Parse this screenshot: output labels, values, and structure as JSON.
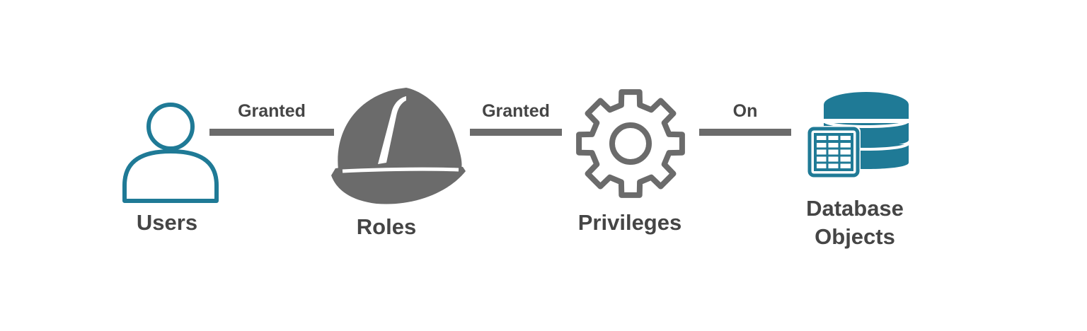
{
  "nodes": {
    "users": {
      "label": "Users",
      "icon": "user-icon",
      "color": "#1f7a96"
    },
    "roles": {
      "label": "Roles",
      "icon": "hard-hat-icon",
      "color": "#6b6b6b"
    },
    "privileges": {
      "label": "Privileges",
      "icon": "gear-icon",
      "color": "#6b6b6b"
    },
    "objects": {
      "label_line1": "Database",
      "label_line2": "Objects",
      "icon": "database-table-icon",
      "color": "#1f7a96"
    }
  },
  "edges": [
    {
      "from": "users",
      "to": "roles",
      "label": "Granted"
    },
    {
      "from": "roles",
      "to": "privileges",
      "label": "Granted"
    },
    {
      "from": "privileges",
      "to": "objects",
      "label": "On"
    }
  ],
  "colors": {
    "connector": "#6b6b6b",
    "text": "#454545",
    "accent": "#1f7a96"
  }
}
